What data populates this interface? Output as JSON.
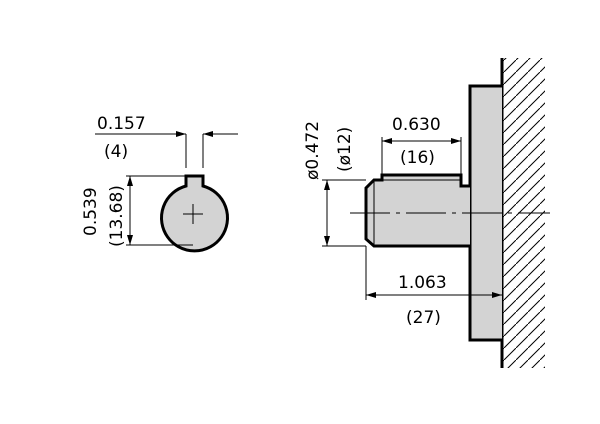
{
  "drawing": {
    "key_width": {
      "inch": "0.157",
      "mm": "(4)"
    },
    "shaft_height": {
      "inch": "0.539",
      "mm": "(13.68)"
    },
    "shaft_diameter": {
      "inch": "ø0.472",
      "mm": "(ø12)"
    },
    "key_length": {
      "inch": "0.630",
      "mm": "(16)"
    },
    "shaft_length": {
      "inch": "1.063",
      "mm": "(27)"
    }
  },
  "colors": {
    "fill": "#d3d3d3",
    "line": "#000000",
    "background": "#ffffff"
  }
}
